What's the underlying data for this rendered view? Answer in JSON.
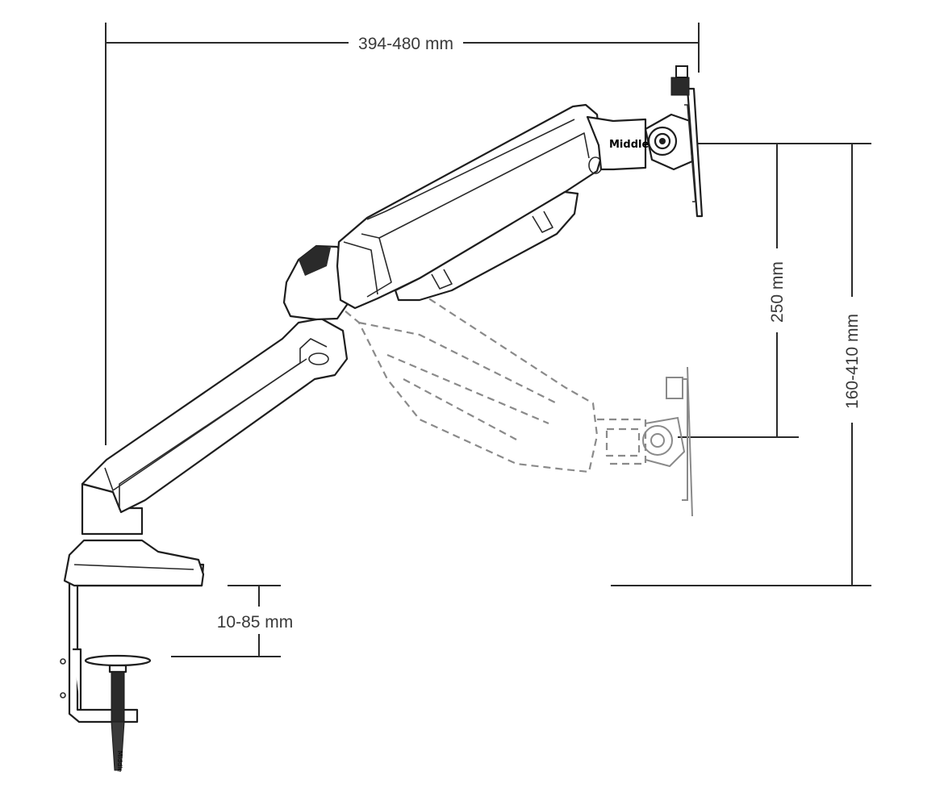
{
  "dimensions": {
    "reach": "394-480 mm",
    "vertical_travel": "250 mm",
    "height_range": "160-410 mm",
    "clamp_thickness": "10-85 mm"
  },
  "labels": {
    "position_top": "Middle",
    "clamp_screw": "Middle"
  }
}
